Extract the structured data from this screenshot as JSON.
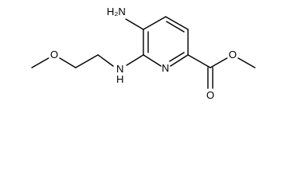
{
  "molecule": {
    "atom_labels": {
      "amino_n": "H₂N",
      "amine_n": "N",
      "amine_h": "H",
      "ring_n": "N",
      "ether_o": "O",
      "carbonyl_o": "O",
      "ester_o": "O"
    }
  },
  "colors": {
    "bond": "#000000",
    "background": "#ffffff"
  }
}
